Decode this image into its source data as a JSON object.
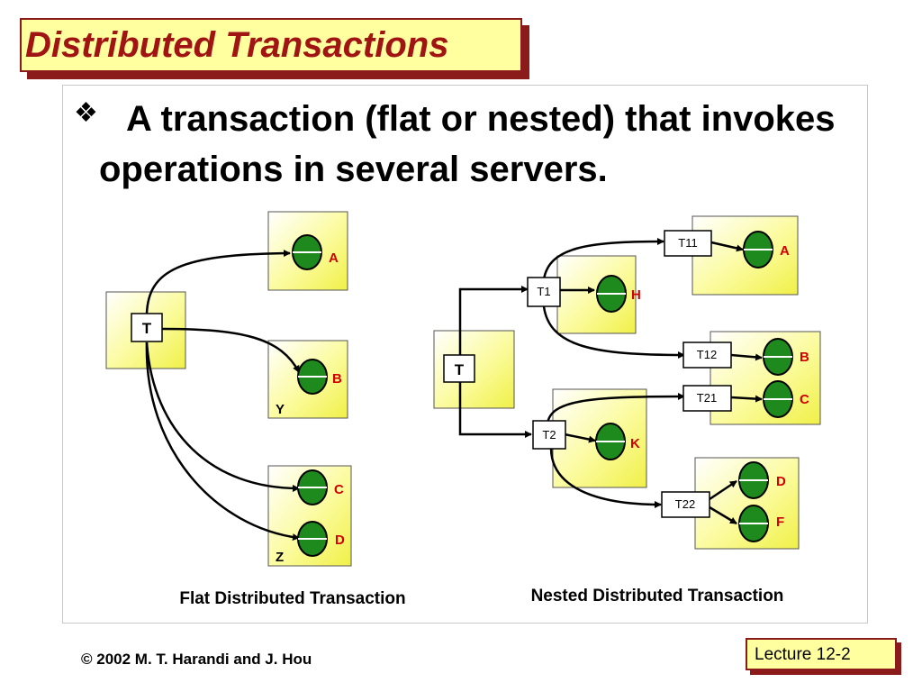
{
  "title": "Distributed Transactions",
  "bullet": {
    "symbol": "❖",
    "text": "A transaction (flat or nested) that invokes operations in several servers."
  },
  "flat": {
    "caption": "Flat Distributed Transaction",
    "client_label": "T",
    "servers": [
      {
        "name": "",
        "objects": [
          "A"
        ]
      },
      {
        "name": "Y",
        "objects": [
          "B"
        ]
      },
      {
        "name": "Z",
        "objects": [
          "C",
          "D"
        ]
      }
    ]
  },
  "nested": {
    "caption": "Nested Distributed Transaction",
    "client_label": "T",
    "subtransactions": [
      "T1",
      "T2",
      "T11",
      "T12",
      "T21",
      "T22"
    ],
    "objects": [
      "H",
      "K",
      "A",
      "B",
      "C",
      "D",
      "F"
    ]
  },
  "footer": {
    "copyright": "© 2002 M. T. Harandi and J. Hou",
    "lecture": "Lecture 12-2"
  },
  "colors": {
    "title_text": "#a01414",
    "title_border": "#8b1a1a",
    "title_fill": "#ffffa0",
    "object_fill": "#1e8a1e",
    "object_label": "#d00000"
  }
}
